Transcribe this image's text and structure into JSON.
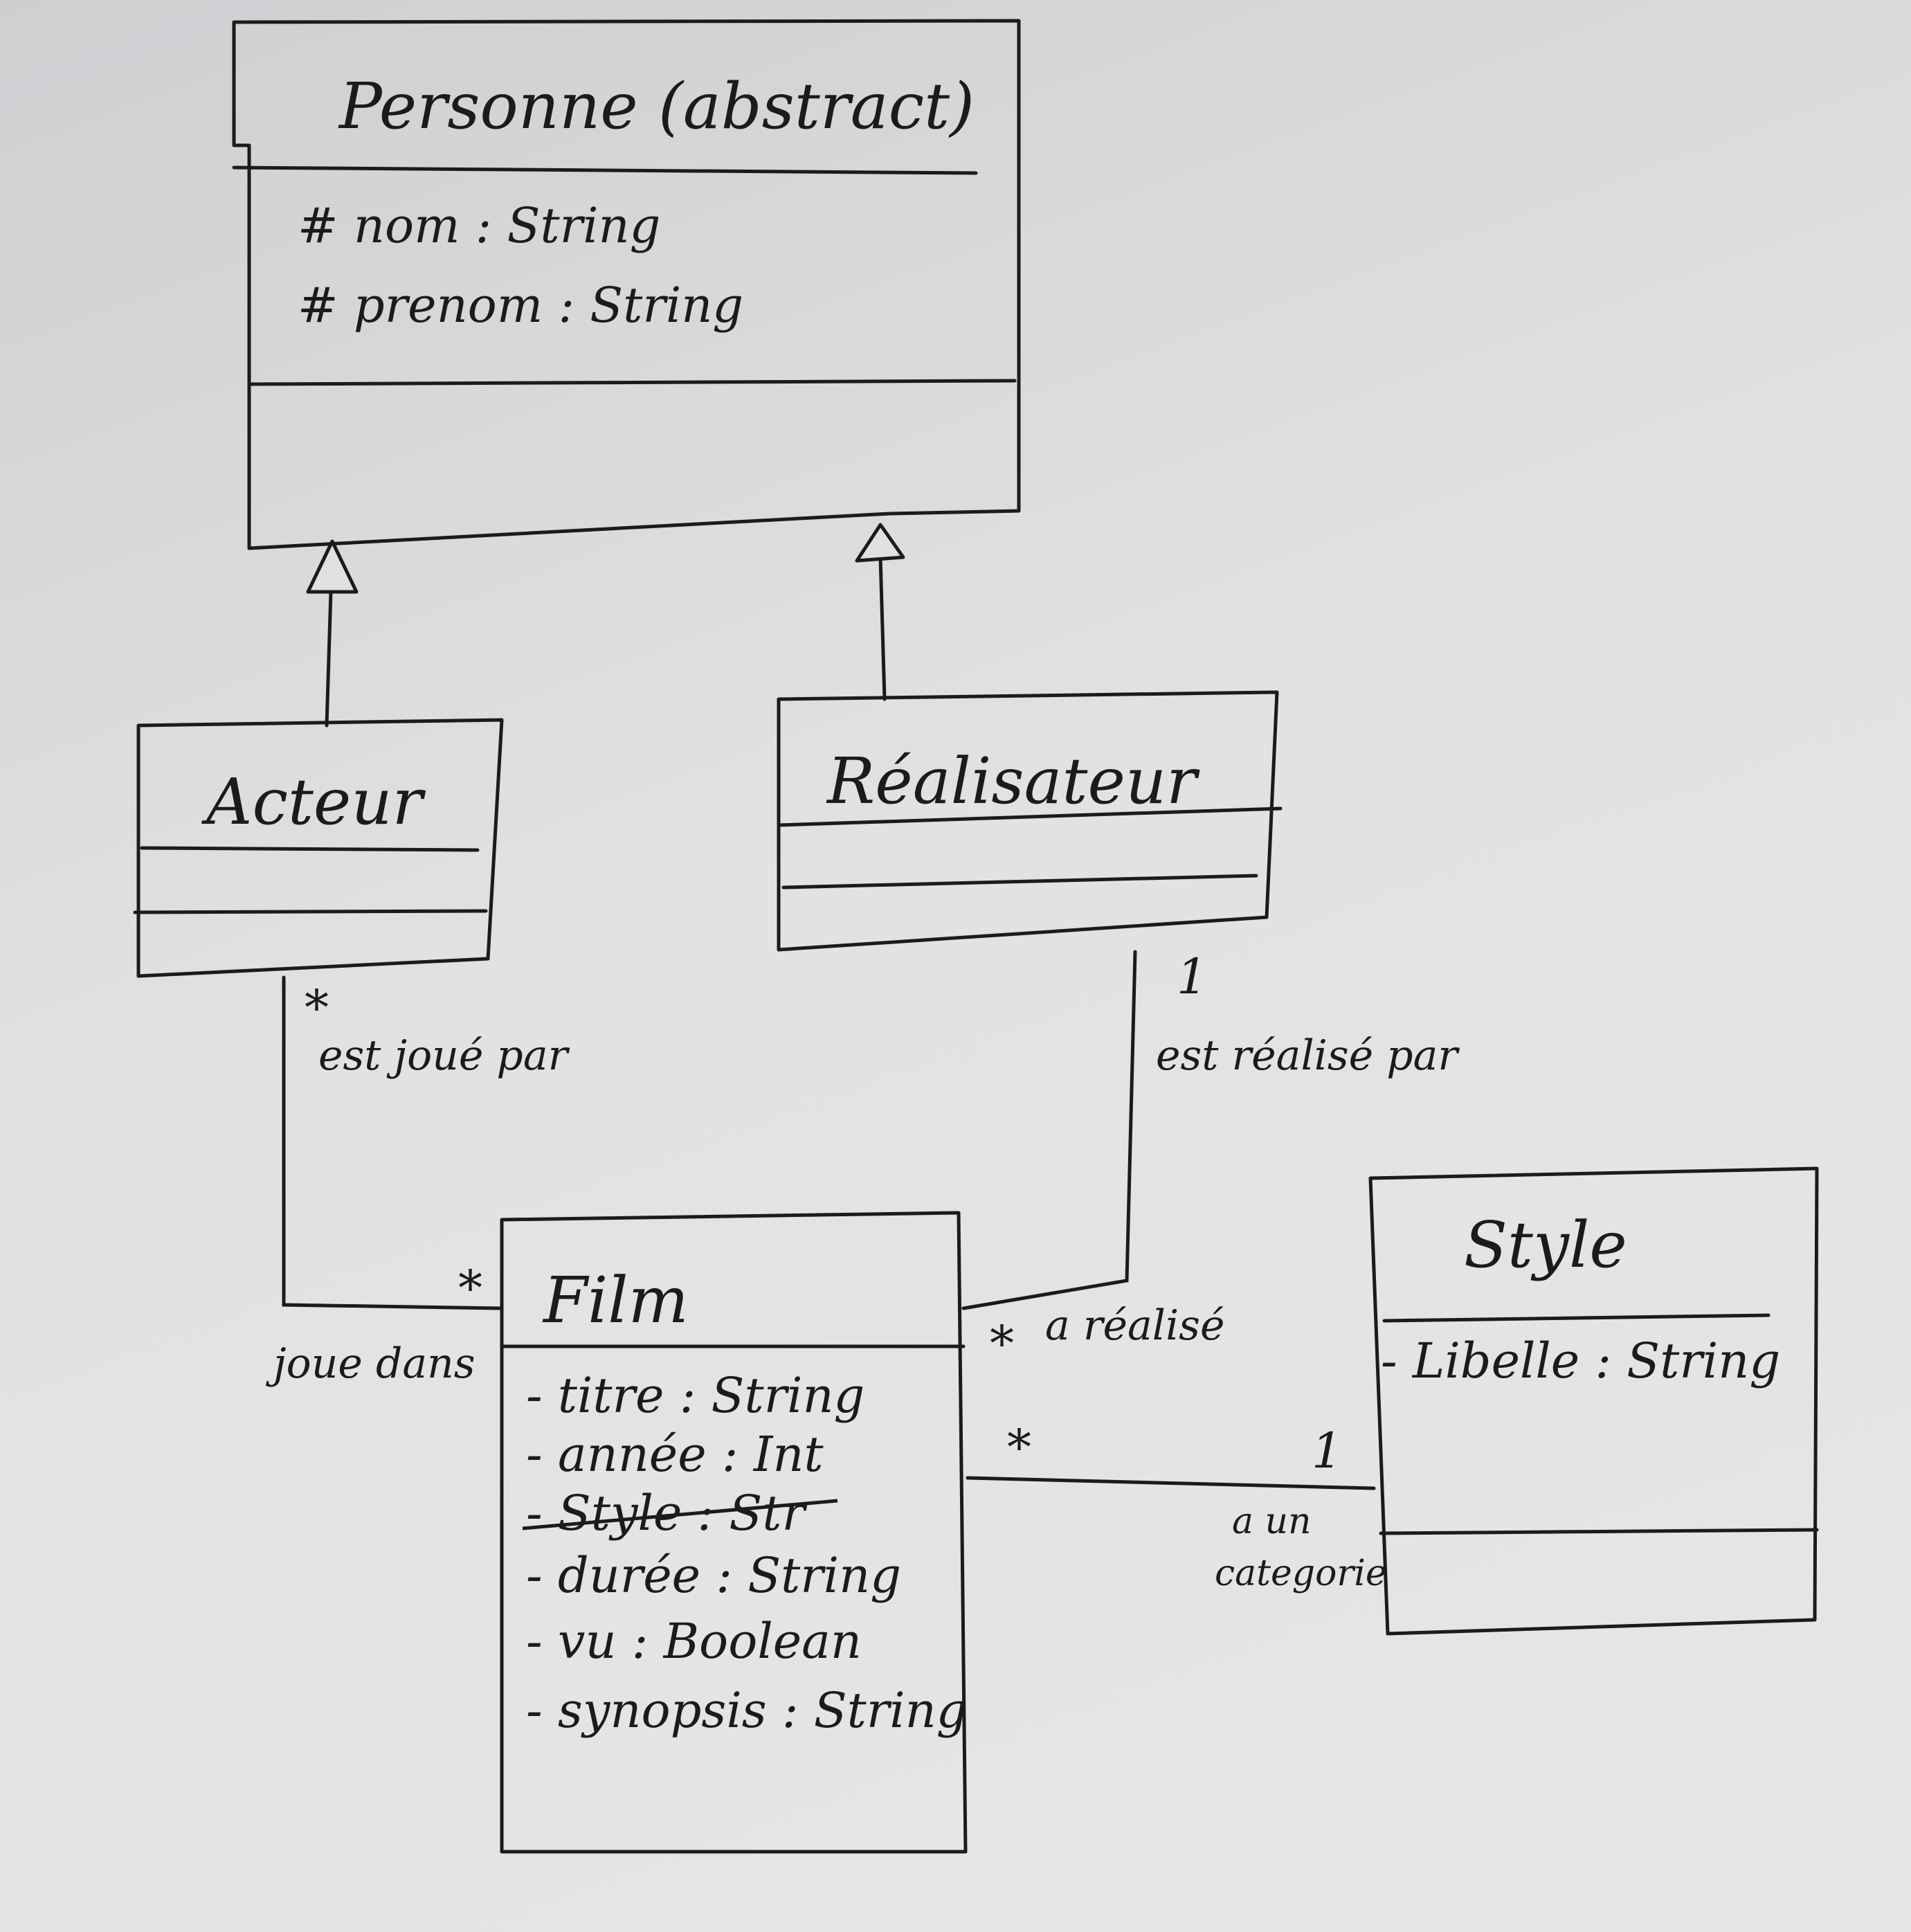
{
  "classes": {
    "personne": {
      "name": "Personne (abstract)",
      "attributes": [
        "# nom : String",
        "# prenom : String"
      ]
    },
    "acteur": {
      "name": "Acteur"
    },
    "realisateur": {
      "name": "Réalisateur"
    },
    "film": {
      "name": "Film",
      "attributes": [
        "- titre : String",
        "- année : Int",
        "- Style : Str",
        "- durée : String",
        "- vu : Boolean",
        "- synopsis : String"
      ]
    },
    "style": {
      "name": "Style",
      "attributes": [
        "- Libelle : String"
      ]
    }
  },
  "associations": {
    "acteur_film": {
      "mult_acteur": "*",
      "role_acteur": "est joué par",
      "mult_film": "*",
      "role_film": "joue dans"
    },
    "realisateur_film": {
      "mult_realisateur": "1",
      "role_realisateur": "est réalisé par",
      "mult_film": "*",
      "role_film": "a réalisé"
    },
    "film_style": {
      "mult_film": "*",
      "mult_style": "1",
      "role_style_line1": "a un",
      "role_style_line2": "categorie"
    }
  }
}
